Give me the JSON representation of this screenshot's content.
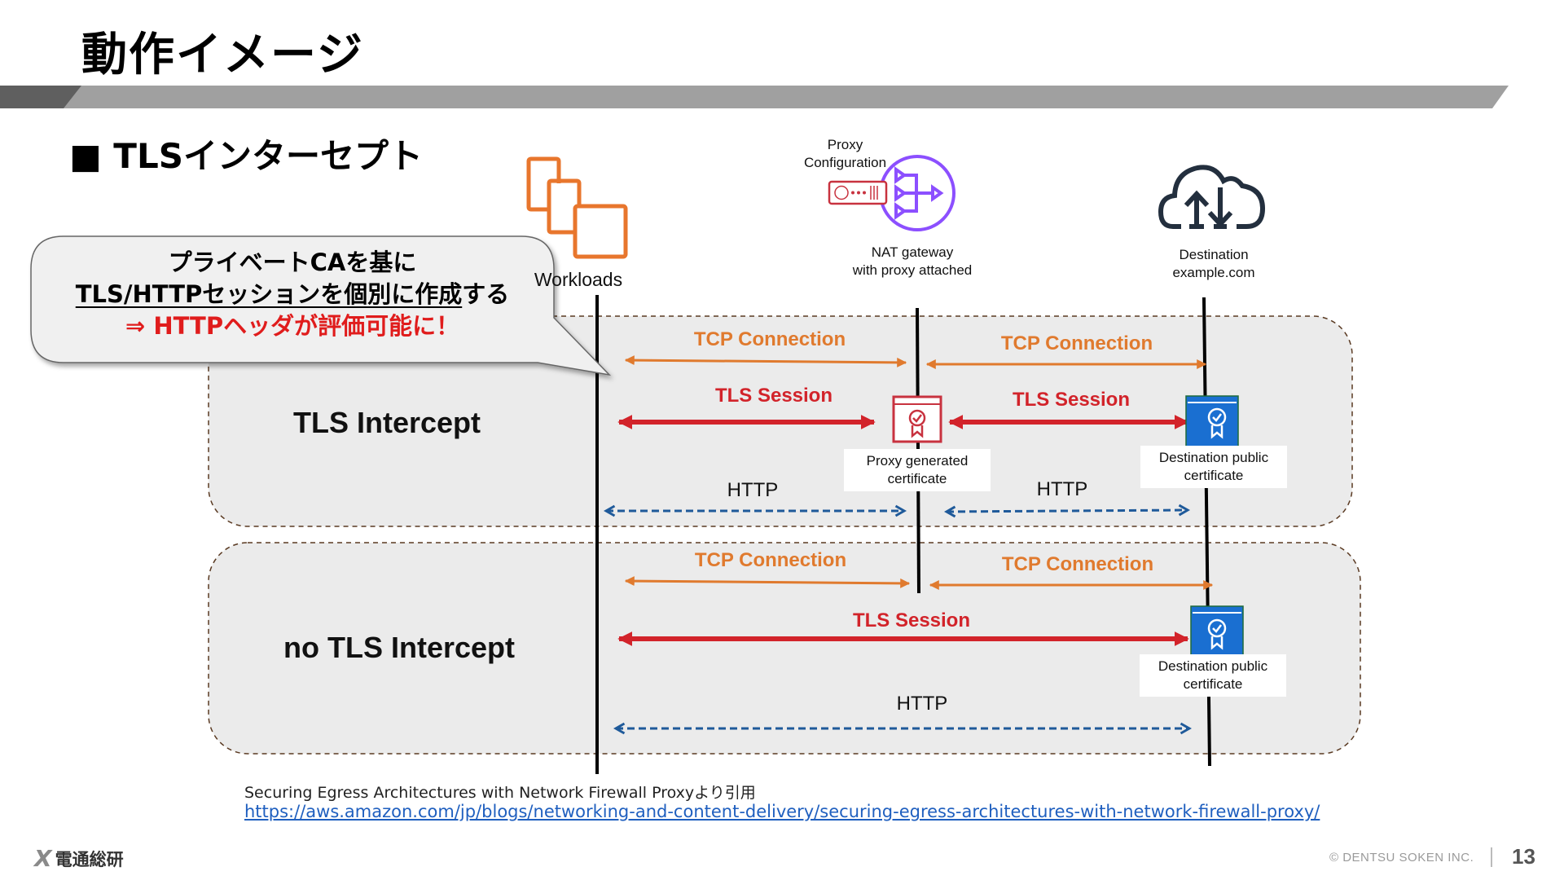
{
  "slide": {
    "title": "動作イメージ",
    "subtitle": "■ TLSインターセプト",
    "page_number": "13",
    "copyright": "© DENTSU SOKEN INC.",
    "logo_text": "電通総研",
    "logo_mark": "X"
  },
  "callout": {
    "line1": "プライベートCAを基に",
    "line2_underlined": "TLS/HTTPセッションを個別に作成",
    "line2_tail": "する",
    "line3": "⇒ HTTPヘッダが評価可能に！"
  },
  "nodes": {
    "workloads": {
      "label": "Workloads",
      "icon": "workloads-icon"
    },
    "nat": {
      "label_line1": "NAT gateway",
      "label_line2": "with proxy attached",
      "icon": "nat-gateway-icon",
      "proxy_config_line1": "Proxy",
      "proxy_config_line2": "Configuration",
      "proxy_icon": "proxy-configuration-icon"
    },
    "destination": {
      "label_line1": "Destination",
      "label_line2": "example.com",
      "icon": "cloud-upload-download-icon"
    }
  },
  "rows": {
    "intercept": {
      "label": "TLS Intercept",
      "tcp_left": "TCP Connection",
      "tcp_right": "TCP Connection",
      "tls_left": "TLS Session",
      "tls_right": "TLS Session",
      "http_left": "HTTP",
      "http_right": "HTTP",
      "proxy_cert_line1": "Proxy generated",
      "proxy_cert_line2": "certificate",
      "dest_cert_line1": "Destination public",
      "dest_cert_line2": "certificate"
    },
    "no_intercept": {
      "label": "no TLS Intercept",
      "tcp_left": "TCP Connection",
      "tcp_right": "TCP Connection",
      "tls": "TLS Session",
      "http": "HTTP",
      "dest_cert_line1": "Destination public",
      "dest_cert_line2": "certificate"
    }
  },
  "citation": {
    "text": "Securing Egress Architectures with Network Firewall Proxyより引用",
    "url": "https://aws.amazon.com/jp/blogs/networking-and-content-delivery/securing-egress-architectures-with-network-firewall-proxy/"
  },
  "colors": {
    "tcp": "#e07a2e",
    "tls": "#d2232a",
    "http": "#1f5a9a",
    "proxy_cert": "#c8323f",
    "dest_cert": "#1a6fd1",
    "nat": "#8c4fff",
    "band_dark": "#5f5f5f",
    "band_light": "#a0a0a0",
    "region_fill": "#ebebeb",
    "region_border": "#5a3a22"
  }
}
